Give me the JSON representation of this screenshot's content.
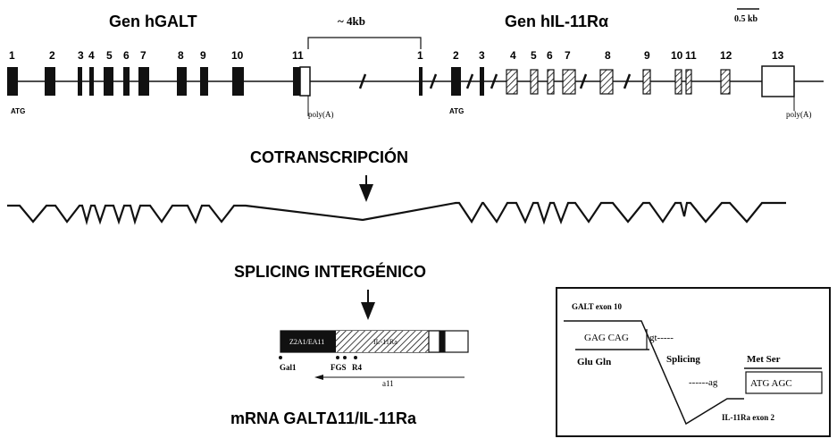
{
  "gene_left_title": "Gen hGALT",
  "gene_right_title": "Gen hIL-11Rα",
  "span_label": "~ 4kb",
  "scale_label": "0.5 kb",
  "left_exon_numbers": [
    "1",
    "2",
    "3",
    "4",
    "5",
    "6",
    "7",
    "8",
    "9",
    "10",
    "11"
  ],
  "right_exon_numbers": [
    "1",
    "2",
    "3",
    "4",
    "5",
    "6",
    "7",
    "8",
    "9",
    "10",
    "11",
    "12",
    "13"
  ],
  "atg_label": "ATG",
  "polya_label": "poly(A)",
  "cotranscription_label": "COTRANSCRIPCIÓN",
  "splicing_label": "SPLICING INTERGÉNICO",
  "mrna_segment_left": "Z2A1/EA11",
  "mrna_segment_right": "IL-11Ra",
  "primers": [
    "Gal1",
    "FGS",
    "R4"
  ],
  "amplicon_label": "a11",
  "mrna_label": "mRNA GALTΔ11/IL-11Ra",
  "inset": {
    "exon_label": "GALT exon 10",
    "codons_left": "GAG CAG",
    "intron_left": "gt-----",
    "aa_left": "Glu Gln",
    "splicing": "Splicing",
    "aa_right": "Met Ser",
    "intron_right": "------ag",
    "codons_right": "ATG AGC",
    "exon_label_right": "IL-11Ra exon 2"
  }
}
